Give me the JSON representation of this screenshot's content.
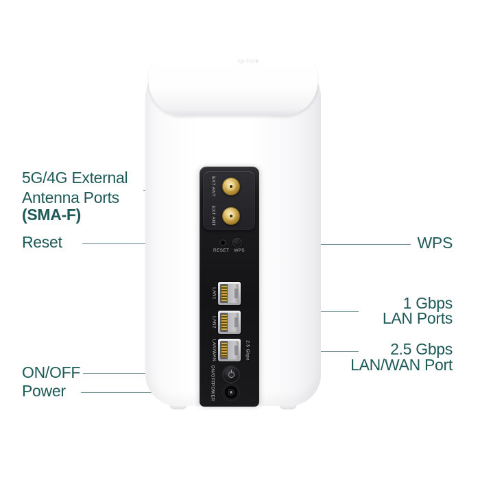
{
  "device": {
    "logo": "tp-link",
    "panel": {
      "ext_ant1": "EXT ANT",
      "ext_ant2": "EXT ANT",
      "reset": "RESET",
      "wps": "WPS",
      "lan1": "LAN1",
      "lan2": "LAN2",
      "lanwan": "LAN/WAN",
      "speed": "2.5 Gbps",
      "onoff": "ON/OFF",
      "power": "POWER"
    }
  },
  "callouts": {
    "antenna_line1": "5G/4G External",
    "antenna_line2": "Antenna Ports",
    "antenna_line3": "(SMA-F)",
    "reset": "Reset",
    "onoff": "ON/OFF",
    "power": "Power",
    "wps": "WPS",
    "lan_line1": "1 Gbps",
    "lan_line2": "LAN Ports",
    "lanwan_line1": "2.5 Gbps",
    "lanwan_line2": "LAN/WAN Port"
  },
  "colors": {
    "label_teal": "#1d5a57",
    "line_teal": "#6d908e",
    "panel_black": "#1a1a1c",
    "sma_gold": "#c9a34a",
    "device_white": "#ffffff"
  }
}
